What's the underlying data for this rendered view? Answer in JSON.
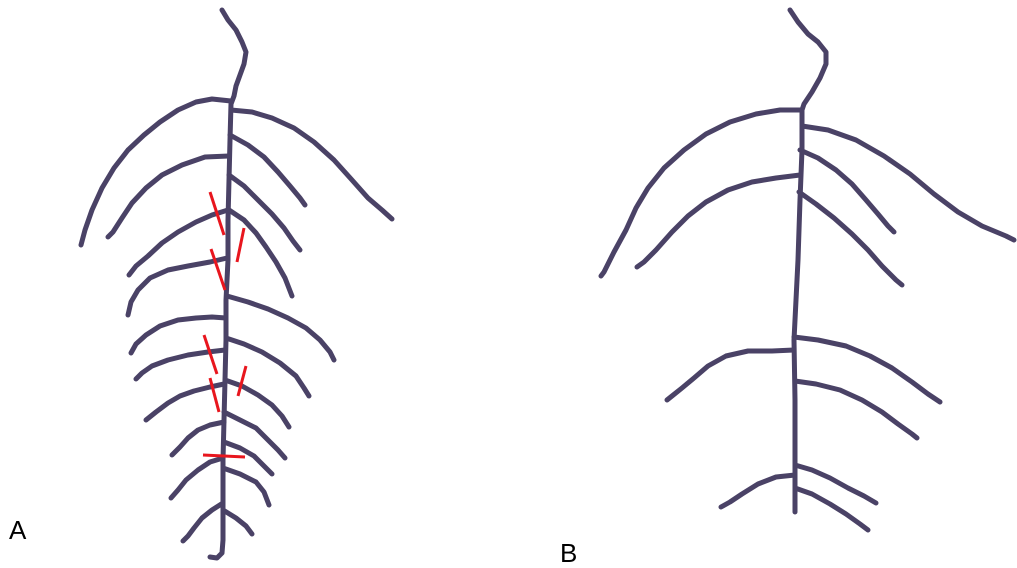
{
  "figure": {
    "panels": [
      {
        "id": "A",
        "label": "A"
      },
      {
        "id": "B",
        "label": "B"
      }
    ],
    "colors": {
      "root": "#4a4266",
      "cut_marks": "#e8161e",
      "background": "#ffffff"
    }
  }
}
